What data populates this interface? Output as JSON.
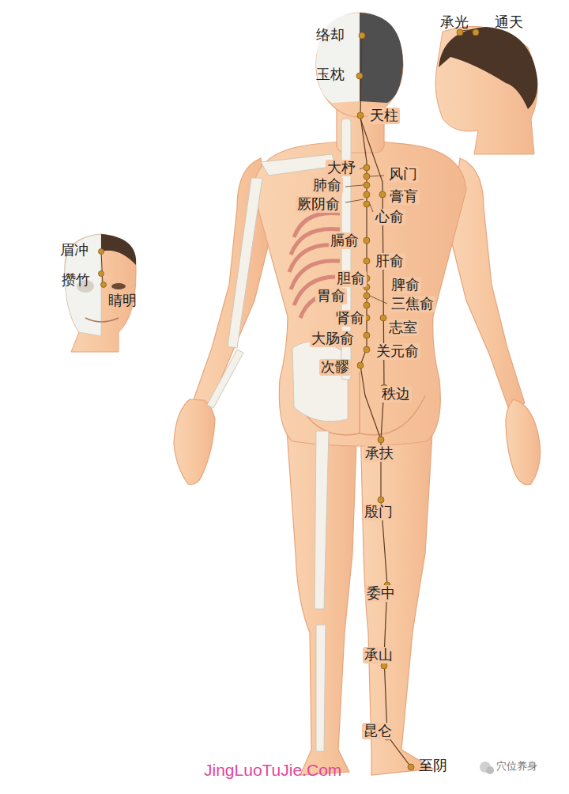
{
  "diagram": {
    "labels": [
      "络却",
      "玉枕",
      "承光",
      "通天",
      "天柱",
      "大杼",
      "风门",
      "肺俞",
      "膏肓",
      "厥阴俞",
      "心俞",
      "眉冲",
      "膈俞",
      "肝俞",
      "攒竹",
      "睛明",
      "胆俞",
      "脾俞",
      "胃俞",
      "三焦俞",
      "肾俞",
      "志室",
      "大肠俞",
      "关元俞",
      "次髎",
      "秩边",
      "承扶",
      "殷门",
      "委中",
      "承山",
      "昆仑",
      "至阴",
      "JingLuoTuJie.Com",
      "穴位养身"
    ]
  }
}
